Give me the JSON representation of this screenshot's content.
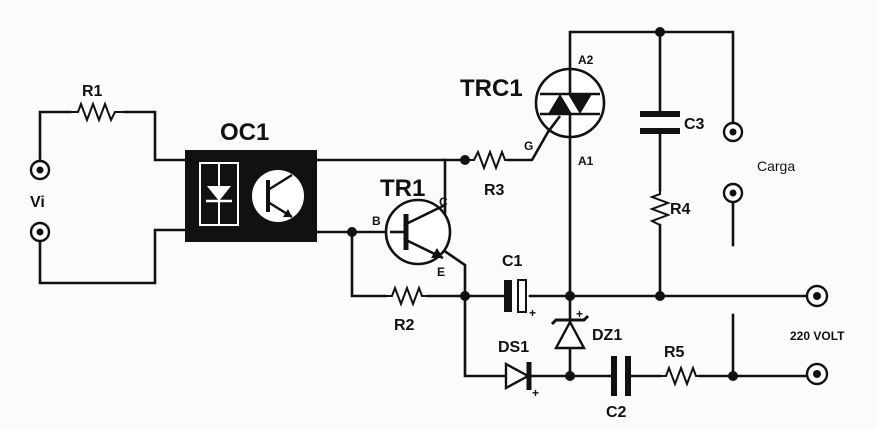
{
  "labels": {
    "r1": "R1",
    "oc1": "OC1",
    "vi": "Vi",
    "trc1": "TRC1",
    "a2": "A2",
    "a1": "A1",
    "g": "G",
    "c3": "C3",
    "carga": "Carga",
    "tr1": "TR1",
    "b": "B",
    "c": "C",
    "e": "E",
    "r3": "R3",
    "r4": "R4",
    "c1": "C1",
    "plus_c1": "+",
    "r2": "R2",
    "dz1": "DZ1",
    "plus_dz1": "+",
    "ds1": "DS1",
    "plus_ds1": "+",
    "r5": "R5",
    "c2": "C2",
    "volt": "220 VOLT"
  }
}
